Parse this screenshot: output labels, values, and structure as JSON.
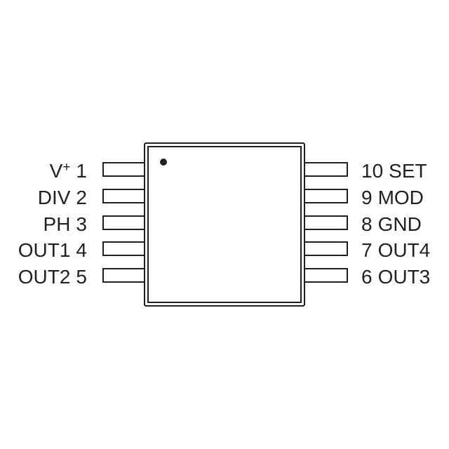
{
  "package": {
    "pin1_marker": "dot",
    "stroke_color": "#231f20"
  },
  "pins": {
    "left": [
      {
        "number": "1",
        "name": "V",
        "superscript": "+"
      },
      {
        "number": "2",
        "name": "DIV"
      },
      {
        "number": "3",
        "name": "PH"
      },
      {
        "number": "4",
        "name": "OUT1"
      },
      {
        "number": "5",
        "name": "OUT2"
      }
    ],
    "right": [
      {
        "number": "10",
        "name": "SET"
      },
      {
        "number": "9",
        "name": "MOD"
      },
      {
        "number": "8",
        "name": "GND"
      },
      {
        "number": "7",
        "name": "OUT4"
      },
      {
        "number": "6",
        "name": "OUT3"
      }
    ]
  }
}
